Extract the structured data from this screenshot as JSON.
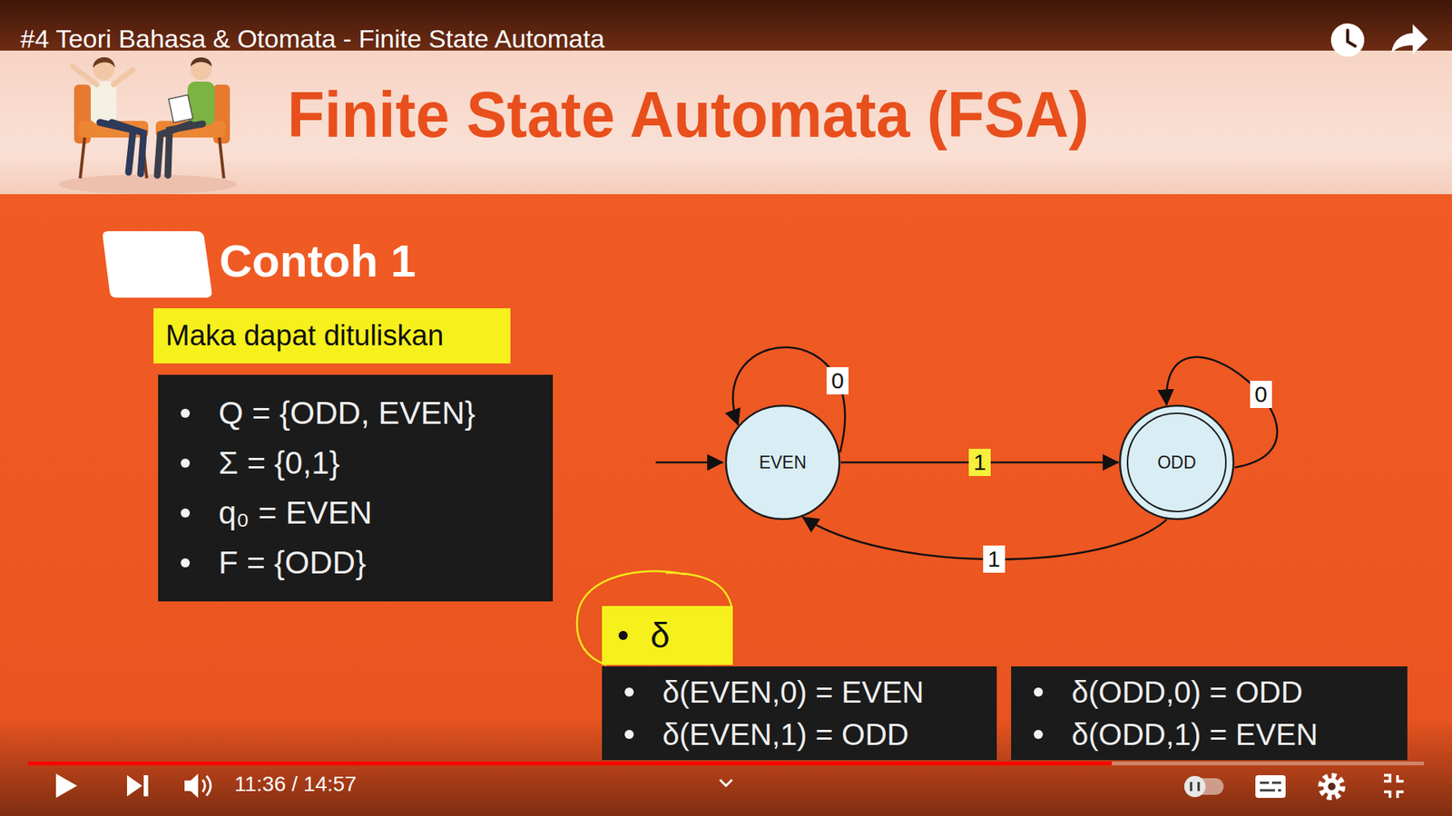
{
  "diagram": {
    "title": "Finite State Automata (FSA)",
    "nodes": [
      {
        "text": [
          "Maka dapat dituliskan"
        ]
      },
      {
        "text": [
          "Q = {ODD, EVEN}",
          "Σ = {0,1}",
          "q₀ = EVEN",
          "F = {ODD}"
        ]
      },
      {
        "text": [
          "EVEN"
        ]
      },
      {
        "text": [
          "ODD"
        ]
      },
      {
        "text": [
          "δ"
        ]
      },
      {
        "text": [
          "δ(EVEN,0) = EVEN",
          "δ(EVEN,1) = ODD"
        ]
      },
      {
        "text": [
          "δ(ODD,0) = ODD",
          "δ(ODD,1) = EVEN"
        ]
      }
    ],
    "edges": [
      {
        "from": 2,
        "to": 2,
        "label": "0",
        "arrow": "to"
      },
      {
        "from": 2,
        "to": 3,
        "label": "1",
        "arrow": "to"
      },
      {
        "from": 3,
        "to": 2,
        "label": "1",
        "arrow": "to"
      },
      {
        "from": 3,
        "to": 3,
        "label": "0",
        "arrow": "to"
      }
    ],
    "labels": [
      "#4 Teori Bahasa & Otomata - Finite State Automata",
      "Contoh 1",
      "11:36 / 14:57"
    ]
  }
}
